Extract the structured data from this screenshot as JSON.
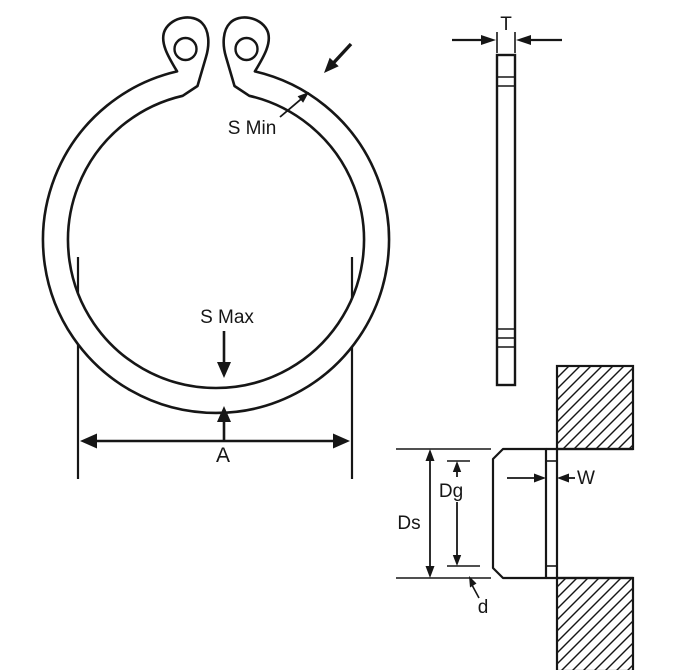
{
  "diagram": {
    "type": "technical-drawing",
    "subject": "External retaining ring (circlip) with ring edge view and shaft groove section",
    "colors": {
      "line": "#161616",
      "background": "#ffffff"
    },
    "front_view": {
      "s_min_label": "S Min",
      "s_max_label": "S Max",
      "a_label": "A"
    },
    "edge_view": {
      "t_label": "T"
    },
    "section_view": {
      "w_label": "W",
      "dg_label": "Dg",
      "ds_label": "Ds",
      "d_label": "d"
    }
  }
}
